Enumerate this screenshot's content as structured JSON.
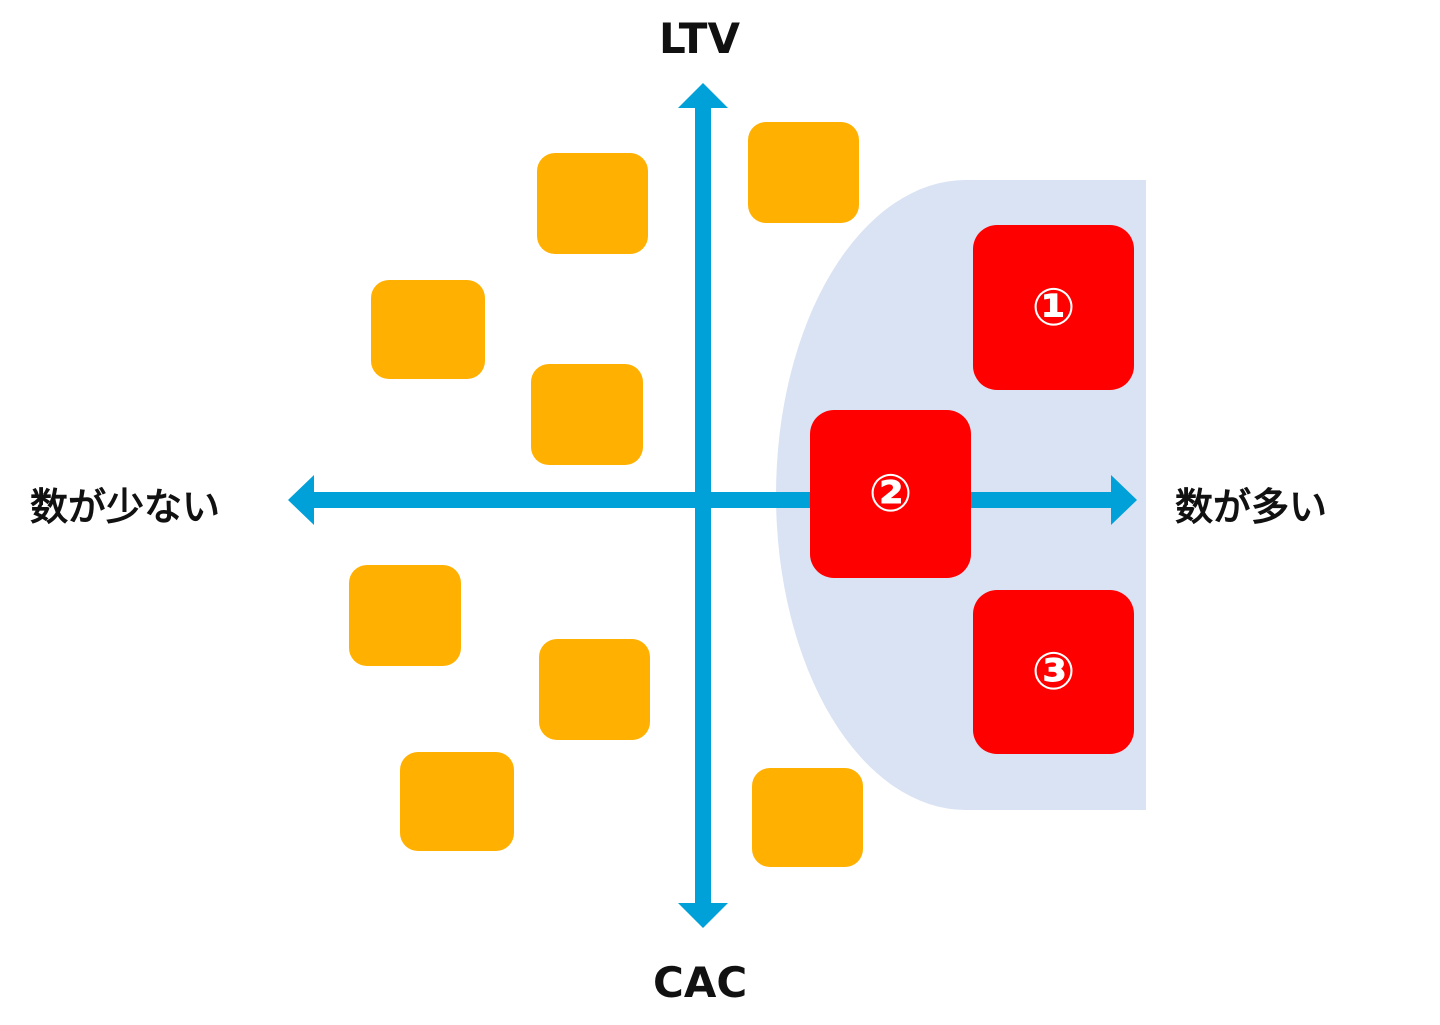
{
  "axes": {
    "top": "LTV",
    "bottom": "CAC",
    "left": "数が少ない",
    "right": "数が多い"
  },
  "highlight_items": [
    {
      "label": "①"
    },
    {
      "label": "②"
    },
    {
      "label": "③"
    }
  ],
  "colors": {
    "axis": "#00a0d8",
    "item": "#ffb000",
    "highlight": "#ff0000",
    "region": "#dae3f3"
  }
}
